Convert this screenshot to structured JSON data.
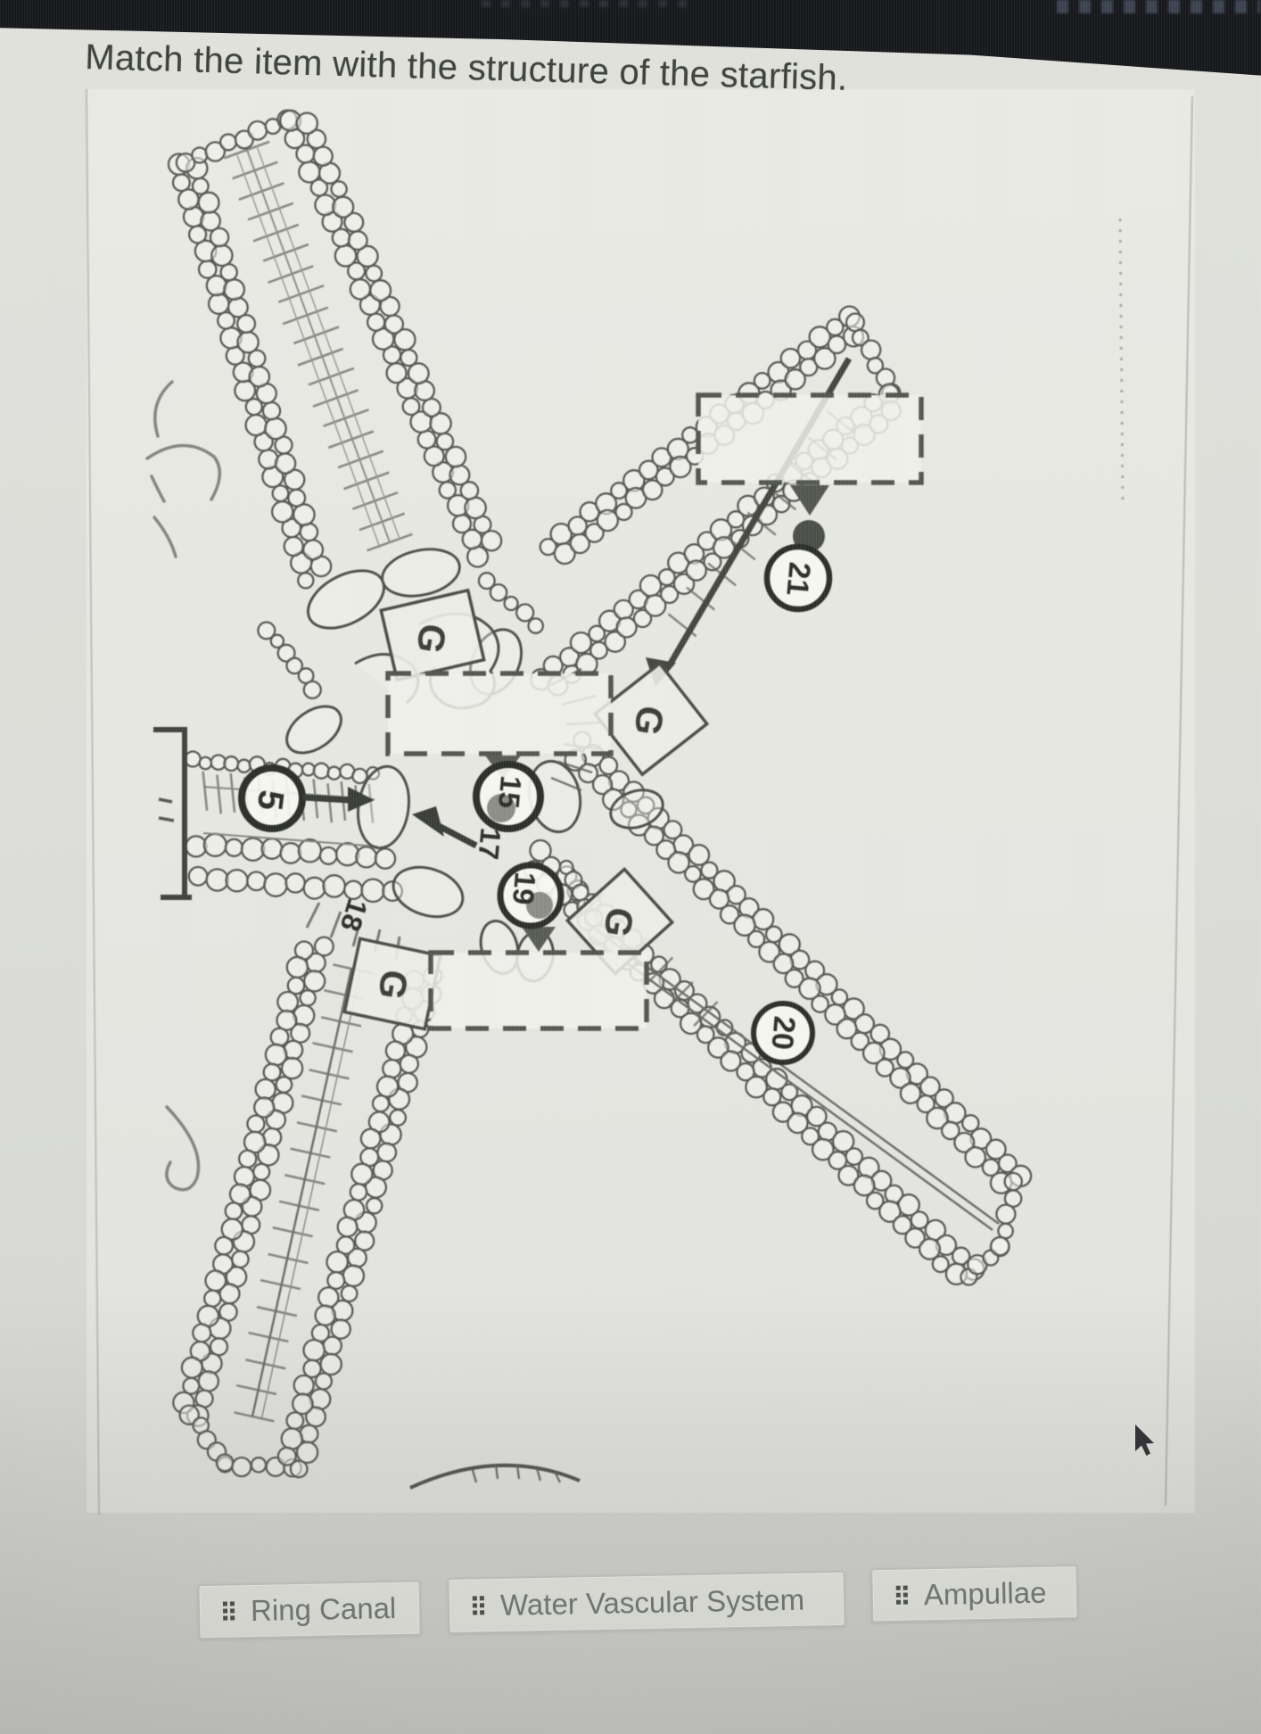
{
  "title": "Match the item with the structure of the starfish.",
  "diagram": {
    "numbers": [
      "5",
      "15",
      "17",
      "18",
      "19",
      "20",
      "21"
    ],
    "g_labels": [
      "G",
      "G",
      "G",
      "G"
    ],
    "drop_zones": [
      "",
      "",
      ""
    ]
  },
  "choices": [
    {
      "label": "Ring Canal"
    },
    {
      "label": "Water Vascular System"
    },
    {
      "label": "Ampullae"
    }
  ],
  "colors": {
    "topbar": "#16181c",
    "screen_bg": "#dfe0da",
    "ink": "#44473f",
    "dashed_box": "#53564f",
    "gray_dot": "#8b8d86",
    "dark_dot": "#4b4f49",
    "chip_bg": "#e8e9e3",
    "chip_border": "#c6c8c2",
    "chip_text": "#6e7571"
  }
}
